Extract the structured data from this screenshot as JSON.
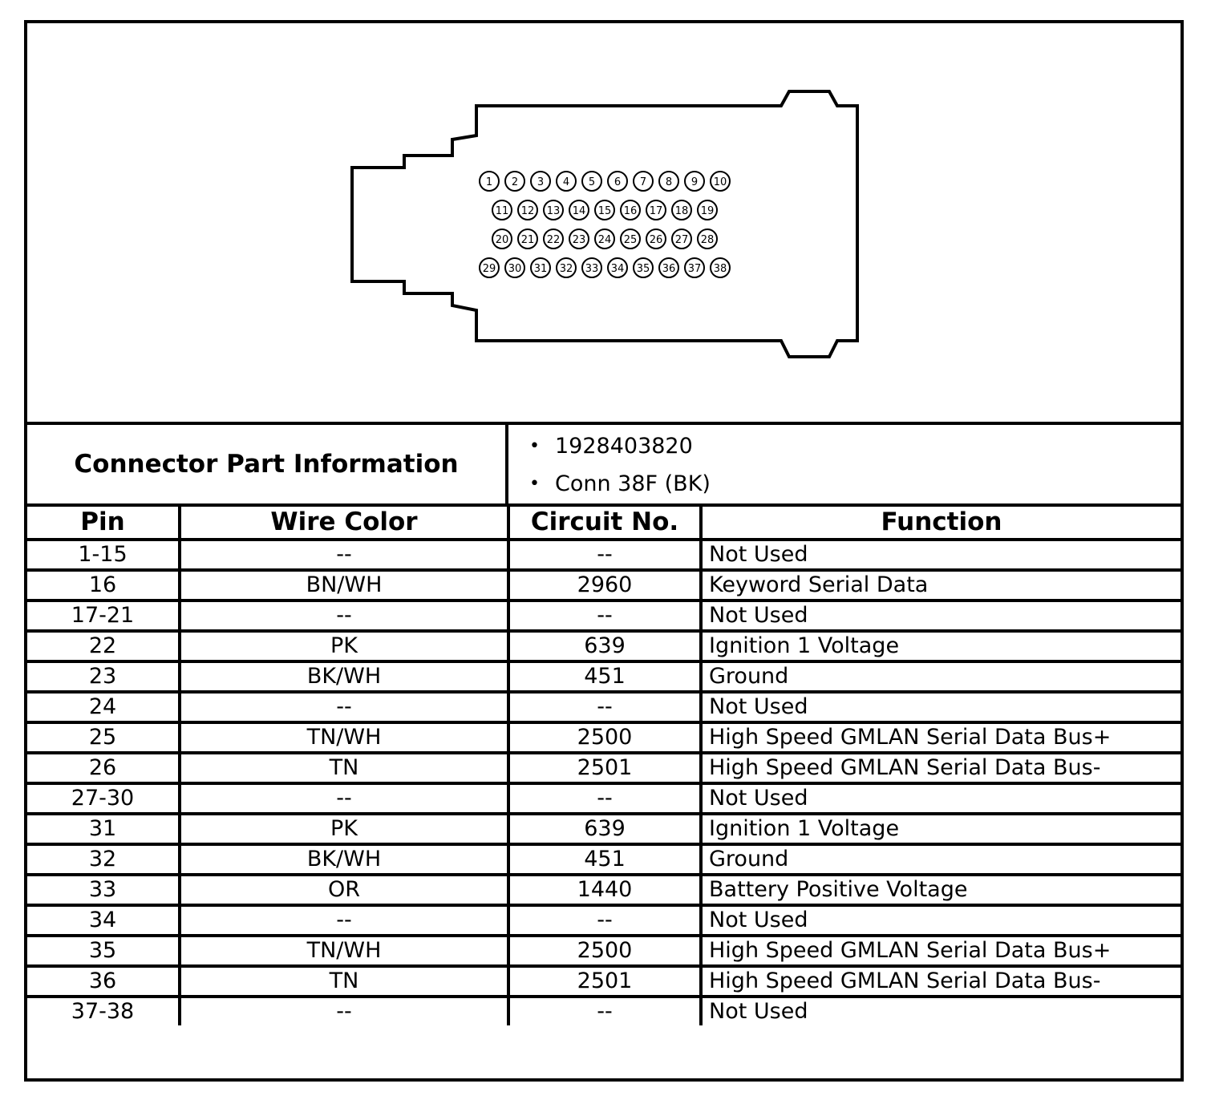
{
  "connector_view": {
    "pin_rows": [
      [
        "1",
        "2",
        "3",
        "4",
        "5",
        "6",
        "7",
        "8",
        "9",
        "10"
      ],
      [
        "11",
        "12",
        "13",
        "14",
        "15",
        "16",
        "17",
        "18",
        "19"
      ],
      [
        "20",
        "21",
        "22",
        "23",
        "24",
        "25",
        "26",
        "27",
        "28"
      ],
      [
        "29",
        "30",
        "31",
        "32",
        "33",
        "34",
        "35",
        "36",
        "37",
        "38"
      ]
    ]
  },
  "connector_info": {
    "label": "Connector Part Information",
    "items": [
      "1928403820",
      "Conn 38F (BK)"
    ]
  },
  "table": {
    "headers": {
      "pin": "Pin",
      "wire_color": "Wire Color",
      "circuit": "Circuit No.",
      "function": "Function"
    },
    "rows": [
      {
        "pin": "1-15",
        "wire_color": "--",
        "circuit": "--",
        "function": "Not Used"
      },
      {
        "pin": "16",
        "wire_color": "BN/WH",
        "circuit": "2960",
        "function": "Keyword Serial Data"
      },
      {
        "pin": "17-21",
        "wire_color": "--",
        "circuit": "--",
        "function": "Not Used"
      },
      {
        "pin": "22",
        "wire_color": "PK",
        "circuit": "639",
        "function": "Ignition 1 Voltage"
      },
      {
        "pin": "23",
        "wire_color": "BK/WH",
        "circuit": "451",
        "function": "Ground"
      },
      {
        "pin": "24",
        "wire_color": "--",
        "circuit": "--",
        "function": "Not Used"
      },
      {
        "pin": "25",
        "wire_color": "TN/WH",
        "circuit": "2500",
        "function": "High Speed GMLAN Serial Data Bus+"
      },
      {
        "pin": "26",
        "wire_color": "TN",
        "circuit": "2501",
        "function": "High Speed GMLAN Serial Data Bus-"
      },
      {
        "pin": "27-30",
        "wire_color": "--",
        "circuit": "--",
        "function": "Not Used"
      },
      {
        "pin": "31",
        "wire_color": "PK",
        "circuit": "639",
        "function": "Ignition 1 Voltage"
      },
      {
        "pin": "32",
        "wire_color": "BK/WH",
        "circuit": "451",
        "function": "Ground"
      },
      {
        "pin": "33",
        "wire_color": "OR",
        "circuit": "1440",
        "function": "Battery Positive Voltage"
      },
      {
        "pin": "34",
        "wire_color": "--",
        "circuit": "--",
        "function": "Not Used"
      },
      {
        "pin": "35",
        "wire_color": "TN/WH",
        "circuit": "2500",
        "function": "High Speed GMLAN Serial Data Bus+"
      },
      {
        "pin": "36",
        "wire_color": "TN",
        "circuit": "2501",
        "function": "High Speed GMLAN Serial Data Bus-"
      },
      {
        "pin": "37-38",
        "wire_color": "--",
        "circuit": "--",
        "function": "Not Used"
      }
    ]
  }
}
